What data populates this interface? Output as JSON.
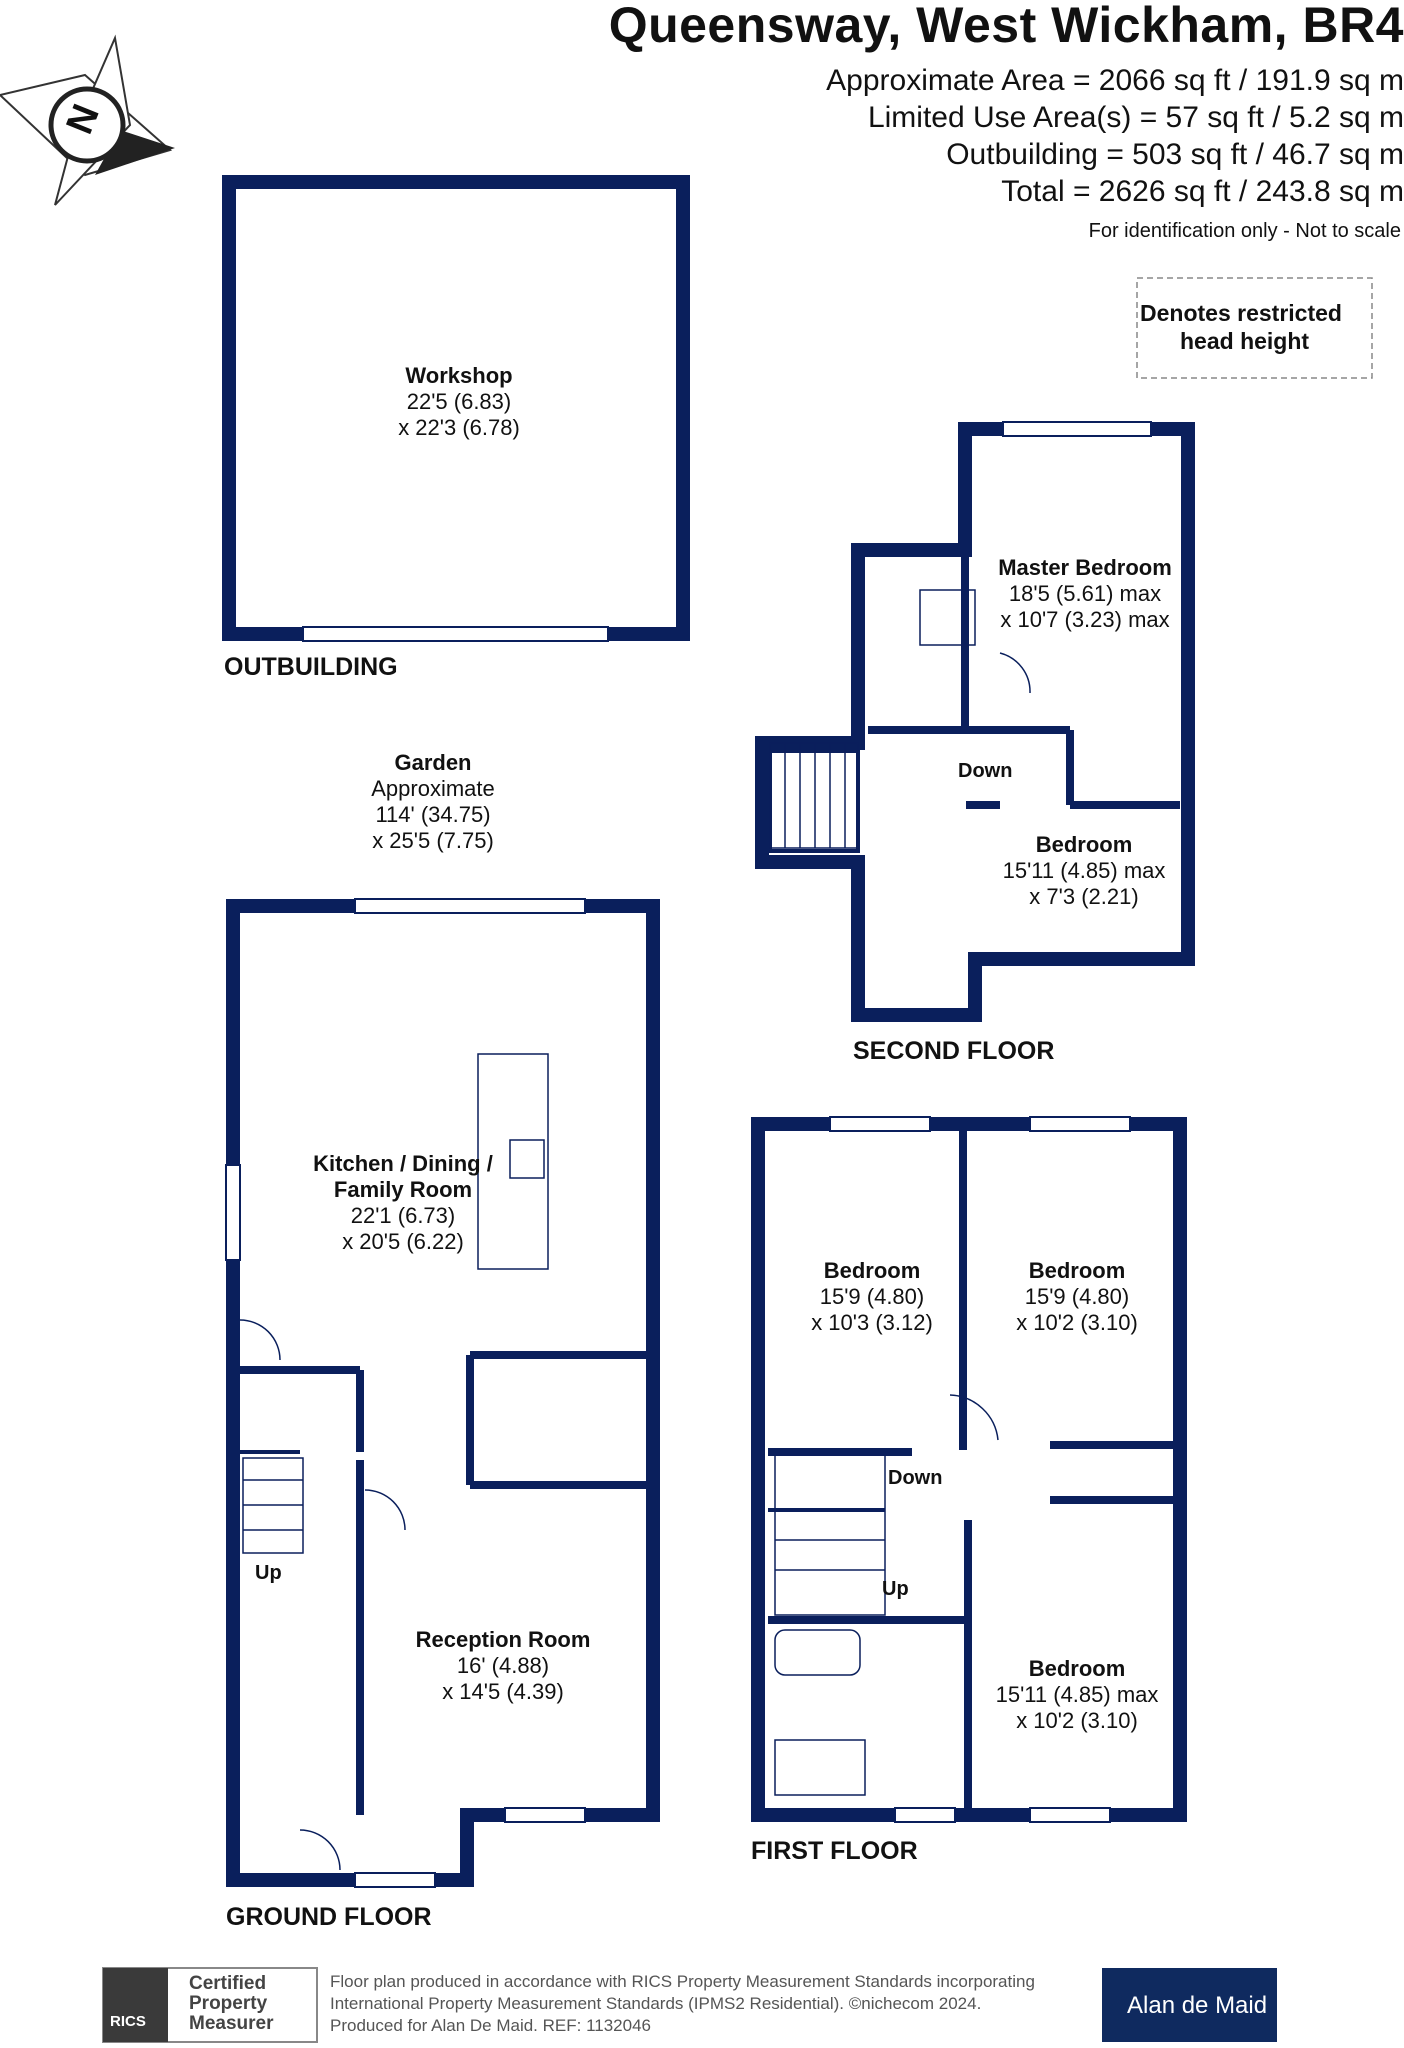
{
  "title": "Queensway, West Wickham, BR4",
  "areas": {
    "approx": "Approximate Area = 2066 sq ft / 191.9 sq m",
    "limited": "Limited Use Area(s) = 57 sq ft / 5.2 sq m",
    "outbuilding": "Outbuilding = 503 sq ft / 46.7 sq m",
    "total": "Total = 2626 sq ft / 243.8 sq m",
    "note": "For identification only - Not to scale"
  },
  "legend": {
    "restricted_line1": "Denotes restricted",
    "restricted_line2": "head height"
  },
  "compass": {
    "letter": "N"
  },
  "floors": {
    "outbuilding": "OUTBUILDING",
    "second": "SECOND FLOOR",
    "ground": "GROUND FLOOR",
    "first": "FIRST FLOOR"
  },
  "rooms": {
    "workshop": {
      "name": "Workshop",
      "dim1": "22'5 (6.83)",
      "dim2": "x 22'3 (6.78)"
    },
    "garden": {
      "name": "Garden",
      "dim0": "Approximate",
      "dim1": "114' (34.75)",
      "dim2": "x 25'5 (7.75)"
    },
    "master": {
      "name": "Master Bedroom",
      "dim1": "18'5 (5.61) max",
      "dim2": "x 10'7 (3.23) max"
    },
    "bed_second": {
      "name": "Bedroom",
      "dim1": "15'11 (4.85) max",
      "dim2": "x 7'3 (2.21)"
    },
    "kitchen": {
      "name1": "Kitchen / Dining /",
      "name2": "Family Room",
      "dim1": "22'1 (6.73)",
      "dim2": "x 20'5 (6.22)"
    },
    "reception": {
      "name": "Reception Room",
      "dim1": "16' (4.88)",
      "dim2": "x 14'5 (4.39)"
    },
    "bed_f1": {
      "name": "Bedroom",
      "dim1": "15'9 (4.80)",
      "dim2": "x 10'3 (3.12)"
    },
    "bed_f2": {
      "name": "Bedroom",
      "dim1": "15'9 (4.80)",
      "dim2": "x 10'2 (3.10)"
    },
    "bed_f3": {
      "name": "Bedroom",
      "dim1": "15'11 (4.85) max",
      "dim2": "x 10'2 (3.10)"
    }
  },
  "labels": {
    "down": "Down",
    "up": "Up"
  },
  "footer": {
    "cert1": "Certified",
    "cert2": "Property",
    "cert3": "Measurer",
    "rics": "RICS",
    "line1": "Floor plan produced in accordance with RICS Property Measurement Standards incorporating",
    "line2": "International Property Measurement Standards (IPMS2 Residential).  ©nichecom 2024.",
    "line3": "Produced for Alan De Maid.    REF: 1132046",
    "agent": "Alan de Maid"
  },
  "colors": {
    "wall": "#0a1f5c",
    "agent_bg": "#0f2a5f"
  }
}
